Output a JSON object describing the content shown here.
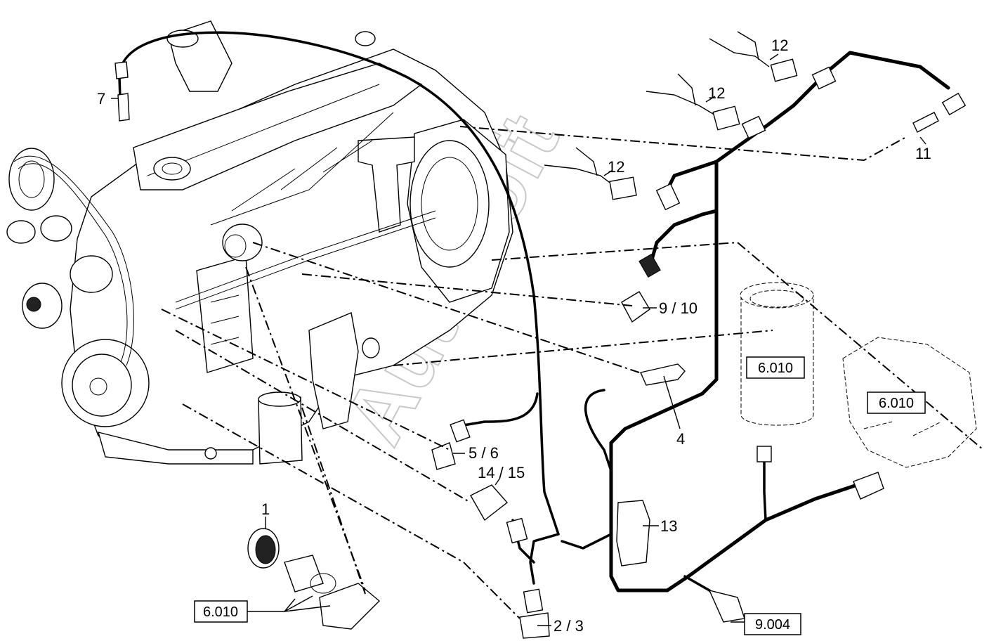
{
  "watermark": "AutoSoft",
  "callouts": [
    {
      "id": "c-7",
      "text": "7"
    },
    {
      "id": "c-12a",
      "text": "12"
    },
    {
      "id": "c-12b",
      "text": "12"
    },
    {
      "id": "c-12c",
      "text": "12"
    },
    {
      "id": "c-11",
      "text": "11"
    },
    {
      "id": "c-9-10",
      "text": "9 / 10"
    },
    {
      "id": "c-4",
      "text": "4"
    },
    {
      "id": "c-5-6",
      "text": "5 / 6"
    },
    {
      "id": "c-14-15",
      "text": "14 / 15"
    },
    {
      "id": "c-13",
      "text": "13"
    },
    {
      "id": "c-1",
      "text": "1"
    },
    {
      "id": "c-2-3",
      "text": "2 / 3"
    }
  ],
  "reference_boxes": [
    {
      "id": "ref-filter",
      "text": "6.010"
    },
    {
      "id": "ref-pump",
      "text": "6.010"
    },
    {
      "id": "ref-intake",
      "text": "6.010"
    },
    {
      "id": "ref-harness",
      "text": "9.004"
    }
  ]
}
